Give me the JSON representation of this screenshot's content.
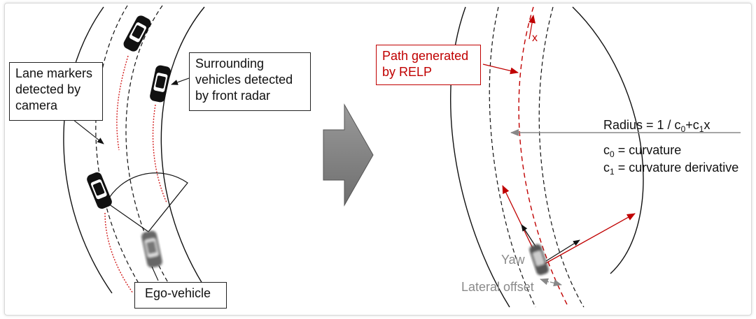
{
  "left": {
    "lane_markers_label": "Lane markers detected by camera",
    "surrounding_label": "Surrounding vehicles detected by front radar",
    "ego_label": "Ego-vehicle"
  },
  "right": {
    "path_label": "Path generated by RELP",
    "x_label": "x",
    "radius": {
      "prefix": "Radius = 1 / c",
      "s0": "0",
      "mid": "+c",
      "s1": "1",
      "suffix": "x"
    },
    "c0": {
      "c": "c",
      "sub": "0",
      "text": " = curvature"
    },
    "c1": {
      "c": "c",
      "sub": "1",
      "text": " = curvature derivative"
    },
    "yaw_label": "Yaw",
    "lateral_label": "Lateral offset"
  },
  "colors": {
    "red": "#c00000",
    "arrow_gray": "#888888"
  }
}
